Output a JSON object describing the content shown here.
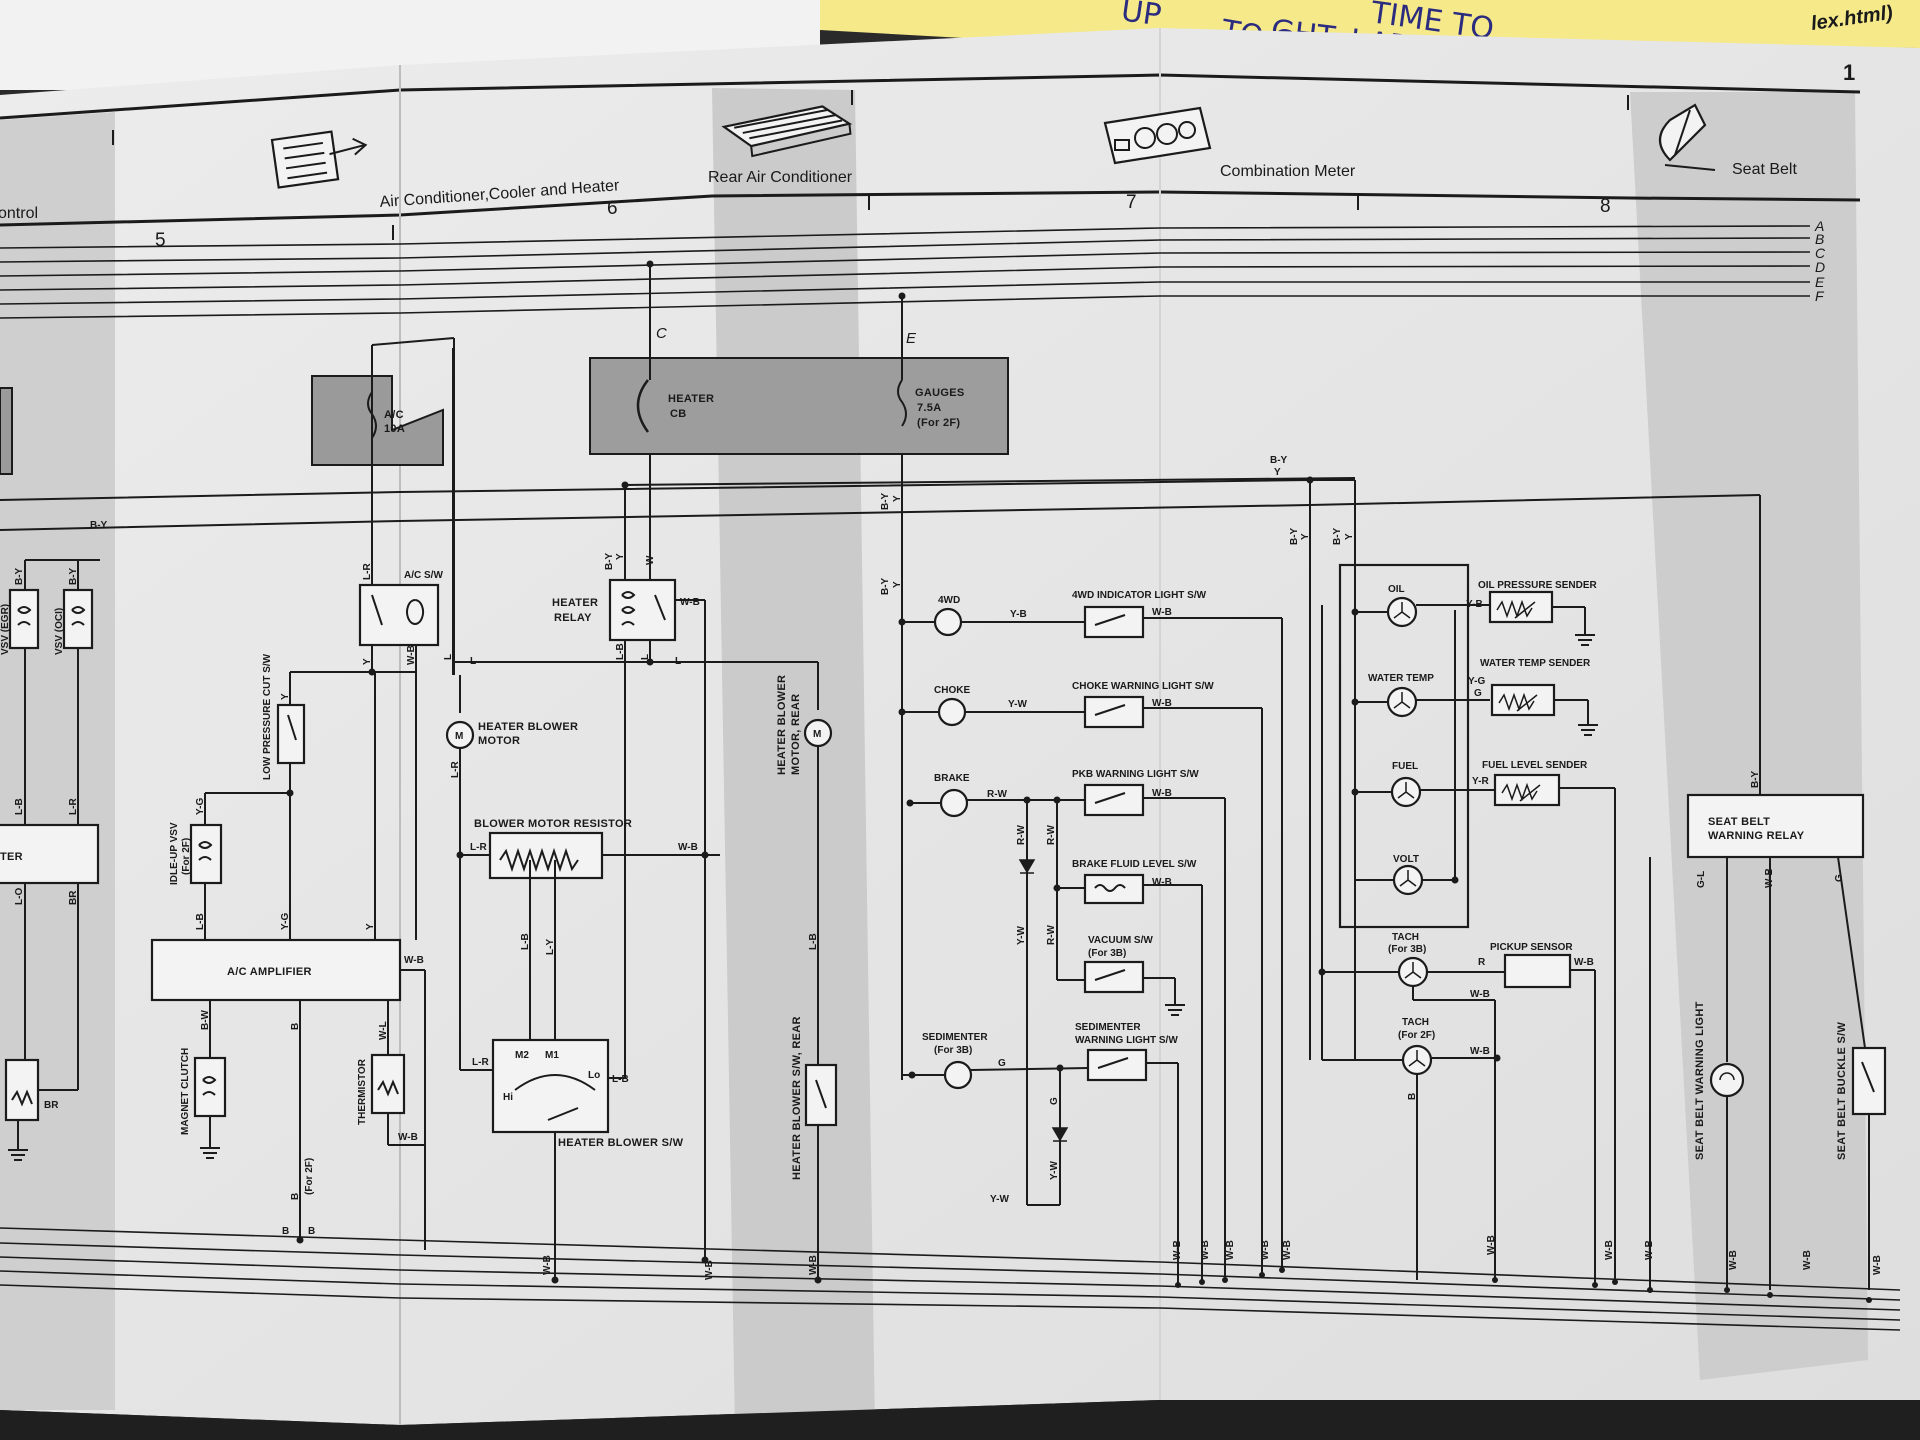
{
  "page": {
    "number": "1",
    "browser_fragment": "lex.html)",
    "note_lines": [
      "TIME TO",
      "GHT. I AD",
      "TO CON",
      "UP"
    ]
  },
  "sections": [
    {
      "id": "s4",
      "title": "ontrol",
      "number": ""
    },
    {
      "id": "s5",
      "title": "Air Conditioner,Cooler and Heater",
      "number": "5"
    },
    {
      "id": "s6",
      "title": "Rear Air Conditioner",
      "number": "6"
    },
    {
      "id": "s7",
      "title": "Combination Meter",
      "number": "7"
    },
    {
      "id": "s8",
      "title": "Seat Belt",
      "number": "8"
    }
  ],
  "bus_letters": [
    "A",
    "B",
    "C",
    "D",
    "E",
    "F"
  ],
  "fuses": {
    "ac": {
      "name": "A/C",
      "rating": "10A"
    },
    "heater": {
      "name": "HEATER",
      "type": "CB",
      "bus": "C"
    },
    "gauges": {
      "name": "GAUGES",
      "rating": "7.5A",
      "note": "(For 2F)",
      "bus": "E"
    }
  },
  "components": {
    "vsv_egr": "VSV (EGR)",
    "vsv_oci": "VSV (OCI)",
    "ter": "TER",
    "low_pressure": "LOW PRESSURE CUT S/W",
    "acsw": "A/C S/W",
    "idle_up": "IDLE-UP VSV",
    "idle_up_note": "(For 2F)",
    "ac_amp": "A/C AMPLIFIER",
    "magnet_clutch": "MAGNET CLUTCH",
    "thermistor": "THERMISTOR",
    "for2f": "(For 2F)",
    "heater_relay_1": "HEATER",
    "heater_relay_2": "RELAY",
    "heater_blower_1": "HEATER BLOWER",
    "heater_blower_2": "MOTOR",
    "blower_resistor": "BLOWER MOTOR RESISTOR",
    "heater_blower_sw": "HEATER BLOWER S/W",
    "rear_motor_1": "HEATER BLOWER",
    "rear_motor_2": "MOTOR, REAR",
    "rear_sw": "HEATER BLOWER S/W, REAR",
    "m_letter": "M",
    "m1": "M1",
    "m2": "M2",
    "hi": "Hi",
    "lo": "Lo",
    "ind_4wd": "4WD",
    "ind_choke": "CHOKE",
    "ind_brake": "BRAKE",
    "ind_sedimenter": "SEDIMENTER",
    "ind_sedimenter_note": "(For 3B)",
    "sw_4wd": "4WD INDICATOR LIGHT S/W",
    "sw_choke": "CHOKE WARNING LIGHT S/W",
    "sw_pkb": "PKB WARNING LIGHT S/W",
    "sw_brake_fluid": "BRAKE FLUID LEVEL S/W",
    "sw_vacuum": "VACUUM S/W",
    "sw_vacuum_note": "(For 3B)",
    "sw_sedimenter_1": "SEDIMENTER",
    "sw_sedimenter_2": "WARNING LIGHT S/W",
    "g_oil": "OIL",
    "g_water": "WATER TEMP",
    "g_fuel": "FUEL",
    "g_volt": "VOLT",
    "tach1": "TACH",
    "tach1_note": "(For 3B)",
    "tach2": "TACH",
    "tach2_note": "(For 2F)",
    "s_oil": "OIL PRESSURE SENDER",
    "s_water": "WATER TEMP SENDER",
    "s_fuel": "FUEL LEVEL SENDER",
    "pickup": "PICKUP SENSOR",
    "seat_relay_1": "SEAT BELT",
    "seat_relay_2": "WARNING RELAY",
    "seat_light": "SEAT BELT WARNING LIGHT",
    "seat_buckle": "SEAT BELT BUCKLE S/W"
  },
  "wire_codes": {
    "by": "B-Y",
    "y": "Y",
    "lr": "L-R",
    "l": "L",
    "lb": "L-B",
    "lo": "L-O",
    "br": "BR",
    "yg": "Y-G",
    "b": "B",
    "bw": "B-W",
    "wl": "W-L",
    "wb": "W-B",
    "w": "W",
    "ly": "L-Y",
    "yb": "Y-B",
    "yw": "Y-W",
    "rw": "R-W",
    "g": "G",
    "gl": "G-L",
    "yr": "Y-R",
    "r": "R"
  }
}
